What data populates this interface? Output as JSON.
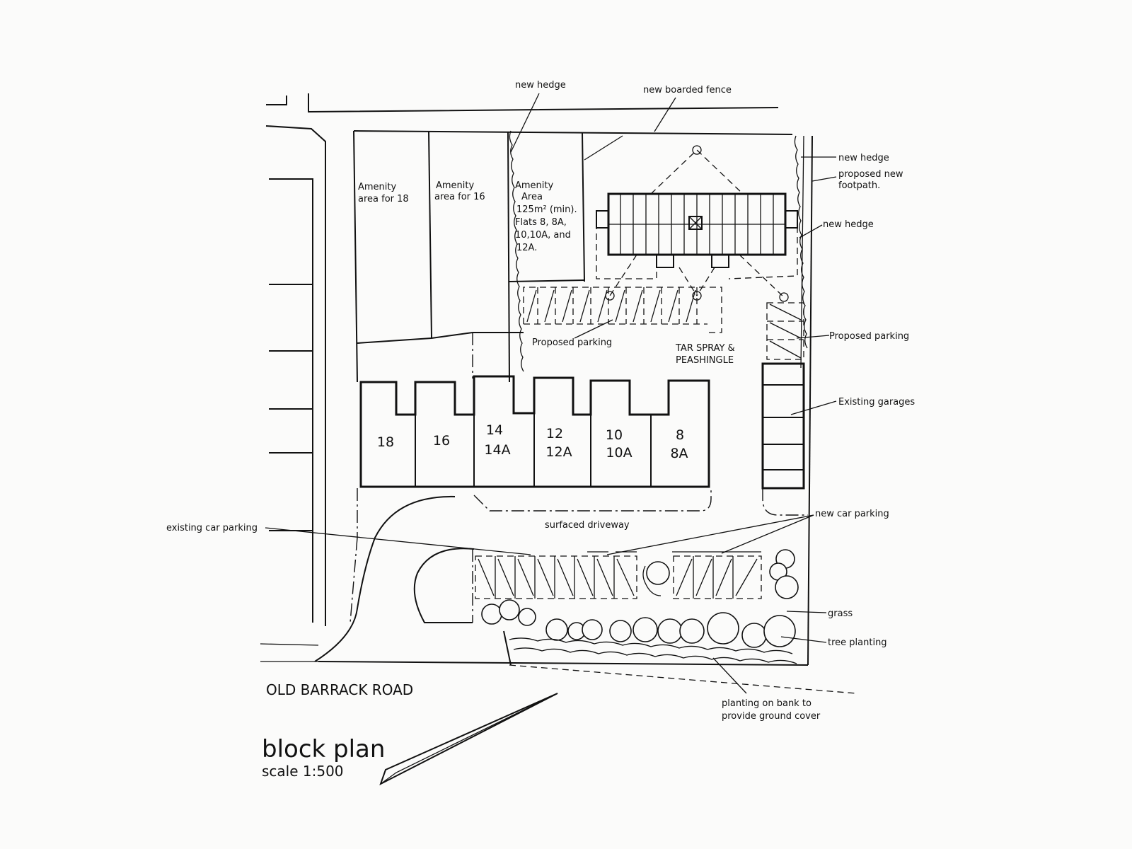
{
  "labels": {
    "new_hedge_top": "new hedge",
    "new_boarded_fence": "new boarded fence",
    "new_hedge_right_1": "new hedge",
    "proposed_new_footpath": [
      "proposed new",
      "footpath."
    ],
    "new_hedge_right_2": "new hedge",
    "amenity_18": [
      "Amenity",
      "area for 18"
    ],
    "amenity_16": [
      "Amenity",
      "area for 16"
    ],
    "amenity_flats": [
      "Amenity",
      "Area",
      "125m² (min).",
      "Flats 8, 8A,",
      "10,10A, and",
      "12A."
    ],
    "proposed_parking_center": "Proposed parking",
    "tar_spray": [
      "TAR SPRAY &",
      "PEASHINGLE"
    ],
    "proposed_parking_right": "Proposed parking",
    "existing_garages": "Existing garages",
    "surfaced_driveway": "surfaced driveway",
    "existing_car_parking": "existing car parking",
    "new_car_parking": "new car parking",
    "grass": "grass",
    "tree_planting": "tree planting",
    "planting_on_bank": [
      "planting on bank to",
      "provide ground cover"
    ],
    "road_name": "OLD BARRACK ROAD"
  },
  "units": [
    {
      "id": "18",
      "label": [
        "18"
      ]
    },
    {
      "id": "16",
      "label": [
        "16"
      ]
    },
    {
      "id": "14",
      "label": [
        "14",
        "14A"
      ]
    },
    {
      "id": "12",
      "label": [
        "12",
        "12A"
      ]
    },
    {
      "id": "10",
      "label": [
        "10",
        "10A"
      ]
    },
    {
      "id": "8",
      "label": [
        "8",
        "8A"
      ]
    }
  ],
  "title": "block plan",
  "scale": "scale 1:500"
}
